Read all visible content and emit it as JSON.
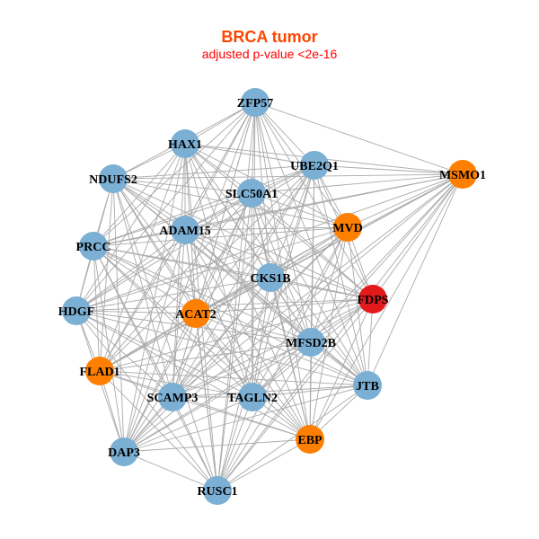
{
  "title": "BRCA tumor",
  "subtitle": "adjusted p-value <2e-16",
  "colors": {
    "title": "#FF4500",
    "subtitle": "#FF0000",
    "edge": "#AAAAAA",
    "blue": "#7BAFD4",
    "orange": "#FF7F00",
    "red": "#E31A1C"
  },
  "nodes": [
    {
      "name": "ZFP57",
      "group": "blue"
    },
    {
      "name": "HAX1",
      "group": "blue"
    },
    {
      "name": "UBE2Q1",
      "group": "blue"
    },
    {
      "name": "MSMO1",
      "group": "orange"
    },
    {
      "name": "NDUFS2",
      "group": "blue"
    },
    {
      "name": "SLC50A1",
      "group": "blue"
    },
    {
      "name": "MVD",
      "group": "orange"
    },
    {
      "name": "ADAM15",
      "group": "blue"
    },
    {
      "name": "PRCC",
      "group": "blue"
    },
    {
      "name": "CKS1B",
      "group": "blue"
    },
    {
      "name": "FDPS",
      "group": "red"
    },
    {
      "name": "HDGF",
      "group": "blue"
    },
    {
      "name": "ACAT2",
      "group": "orange"
    },
    {
      "name": "MFSD2B",
      "group": "blue"
    },
    {
      "name": "FLAD1",
      "group": "orange"
    },
    {
      "name": "JTB",
      "group": "blue"
    },
    {
      "name": "SCAMP3",
      "group": "blue"
    },
    {
      "name": "TAGLN2",
      "group": "blue"
    },
    {
      "name": "EBP",
      "group": "orange"
    },
    {
      "name": "DAP3",
      "group": "blue"
    },
    {
      "name": "RUSC1",
      "group": "blue"
    }
  ]
}
